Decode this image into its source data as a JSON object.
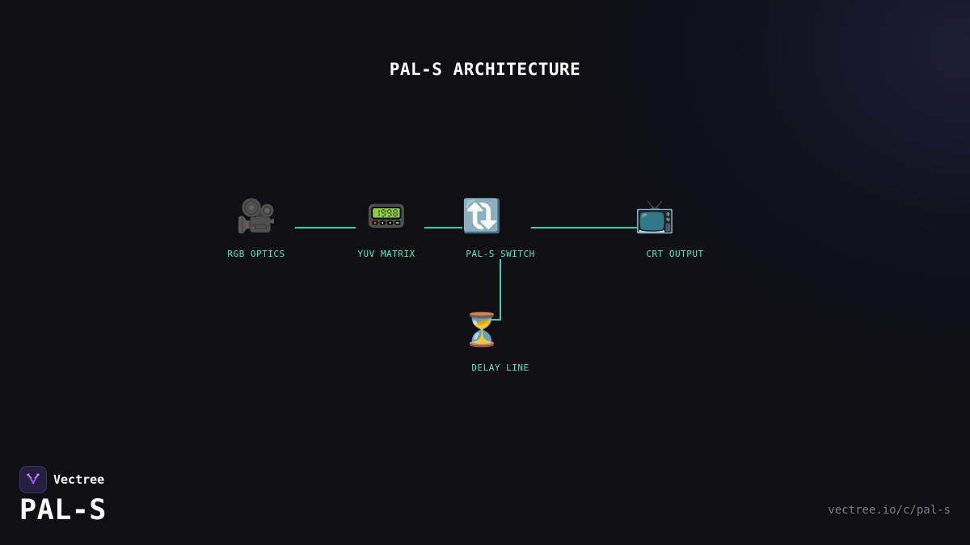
{
  "diagram": {
    "title": "PAL-S ARCHITECTURE",
    "nodes": [
      {
        "id": "rgb",
        "label": "RGB OPTICS",
        "icon": "🎥",
        "icon_name": "movie-camera-icon"
      },
      {
        "id": "yuv",
        "label": "YUV MATRIX",
        "icon": "📟",
        "icon_name": "pager-icon"
      },
      {
        "id": "switch",
        "label": "PAL-S SWITCH",
        "icon": "🔃",
        "icon_name": "clockwise-arrows-icon"
      },
      {
        "id": "crt",
        "label": "CRT OUTPUT",
        "icon": "📺",
        "icon_name": "television-icon"
      },
      {
        "id": "delay",
        "label": "DELAY LINE",
        "icon": "⏳",
        "icon_name": "hourglass-icon"
      }
    ],
    "edges": [
      {
        "from": "rgb",
        "to": "yuv"
      },
      {
        "from": "yuv",
        "to": "switch"
      },
      {
        "from": "switch",
        "to": "crt"
      },
      {
        "from": "switch",
        "to": "delay"
      }
    ],
    "colors": {
      "edge": "#2dd4b4",
      "label": "#4de8c4",
      "background": "#0f0f14"
    }
  },
  "footer": {
    "brand_name": "Vectree",
    "page_title": "PAL-S",
    "url": "vectree.io/c/pal-s",
    "logo_icon": "vectree-logo-icon",
    "accent": "#a855f7"
  }
}
